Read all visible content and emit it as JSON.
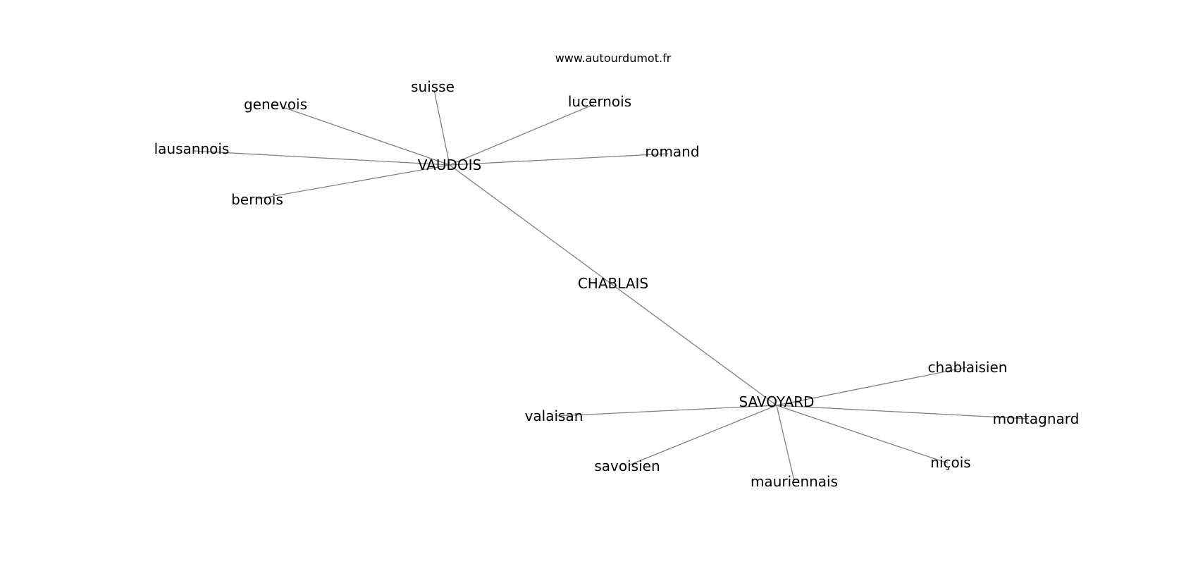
{
  "watermark": "www.autourdumot.fr",
  "graph": {
    "nodes": [
      {
        "id": "vaudois",
        "label": "VAUDOIS"
      },
      {
        "id": "chablais",
        "label": "CHABLAIS"
      },
      {
        "id": "savoyard",
        "label": "SAVOYARD"
      },
      {
        "id": "suisse",
        "label": "suisse"
      },
      {
        "id": "genevois",
        "label": "genevois"
      },
      {
        "id": "lucernois",
        "label": "lucernois"
      },
      {
        "id": "lausannois",
        "label": "lausannois"
      },
      {
        "id": "romand",
        "label": "romand"
      },
      {
        "id": "bernois",
        "label": "bernois"
      },
      {
        "id": "chablaisien",
        "label": "chablaisien"
      },
      {
        "id": "valaisan",
        "label": "valaisan"
      },
      {
        "id": "montagnard",
        "label": "montagnard"
      },
      {
        "id": "savoisien",
        "label": "savoisien"
      },
      {
        "id": "nicois",
        "label": "niçois"
      },
      {
        "id": "mauriennais",
        "label": "mauriennais"
      }
    ],
    "edges": [
      [
        "vaudois",
        "suisse"
      ],
      [
        "vaudois",
        "genevois"
      ],
      [
        "vaudois",
        "lucernois"
      ],
      [
        "vaudois",
        "lausannois"
      ],
      [
        "vaudois",
        "romand"
      ],
      [
        "vaudois",
        "bernois"
      ],
      [
        "vaudois",
        "savoyard"
      ],
      [
        "savoyard",
        "chablaisien"
      ],
      [
        "savoyard",
        "valaisan"
      ],
      [
        "savoyard",
        "montagnard"
      ],
      [
        "savoyard",
        "savoisien"
      ],
      [
        "savoyard",
        "nicois"
      ],
      [
        "savoyard",
        "mauriennais"
      ]
    ]
  }
}
